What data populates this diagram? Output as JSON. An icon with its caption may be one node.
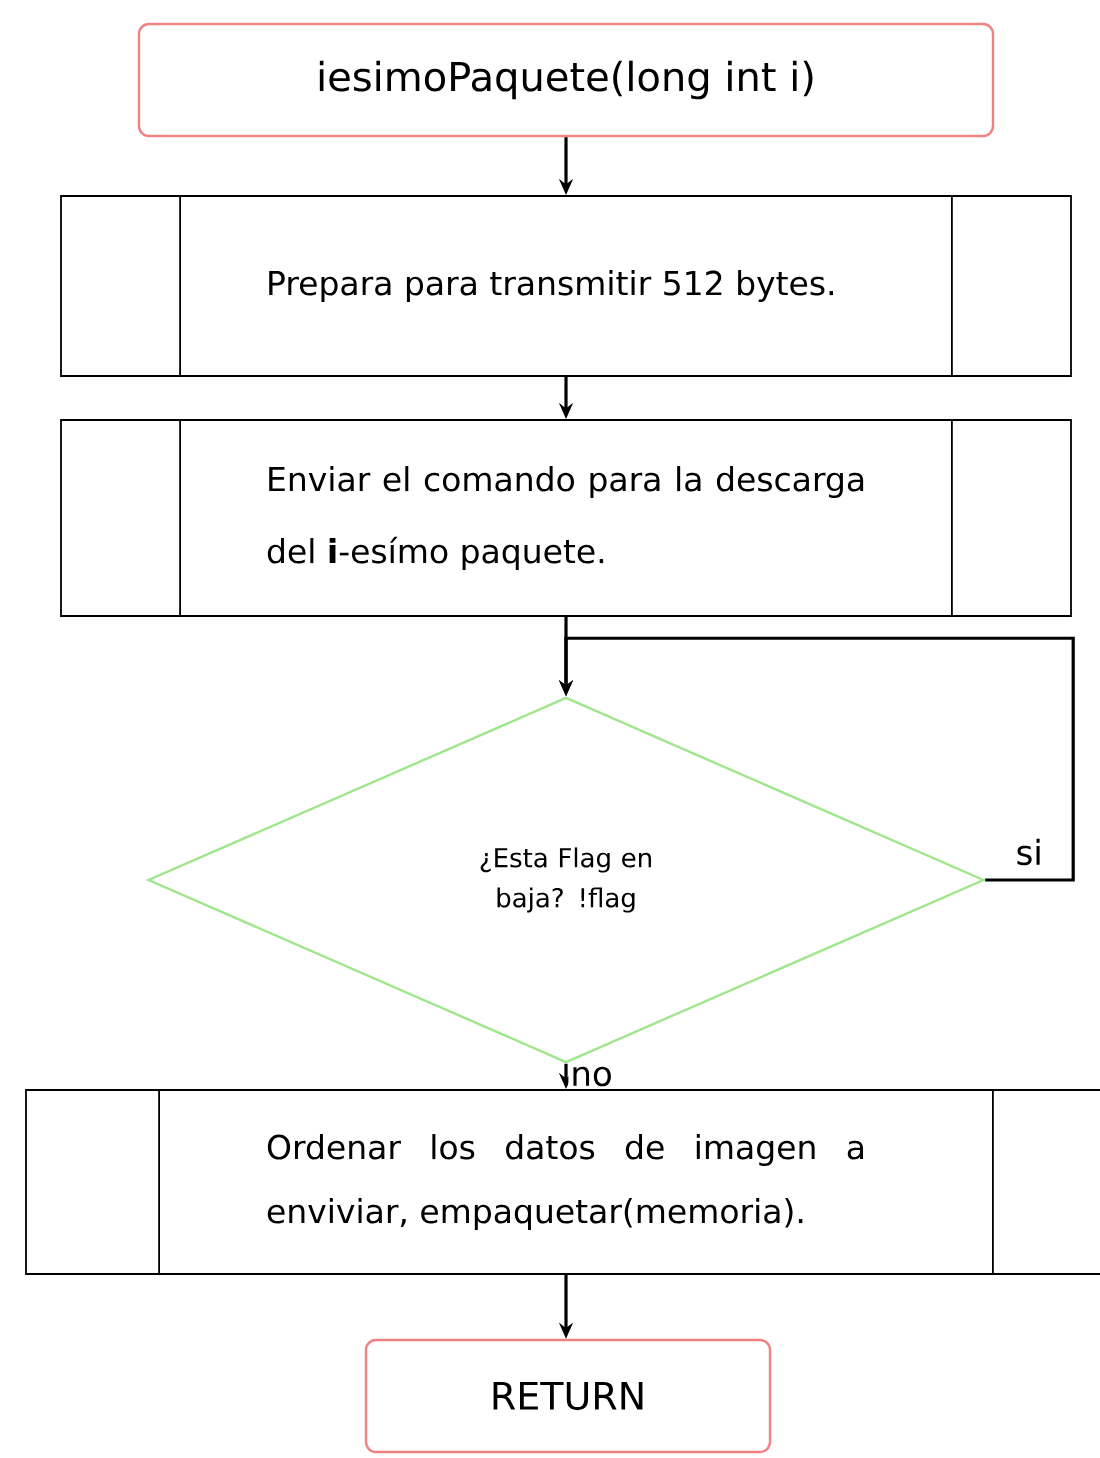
{
  "diagram": {
    "nodes": [
      {
        "text": [
          "iesimoPaquete(long int i)"
        ]
      },
      {
        "text": [
          "Prepara para transmitir 512 bytes."
        ]
      },
      {
        "text": [
          "Enviar el comando para la descarga del **i**-esímo paquete."
        ]
      },
      {
        "text": [
          "¿Esta Flag en baja? !flag"
        ]
      },
      {
        "text": [
          "Ordenar los datos de imagen a enviviar, empaquetar(memoria)."
        ]
      },
      {
        "text": [
          "RETURN"
        ]
      }
    ],
    "edges": [
      {
        "from": 0,
        "to": 1,
        "arrow": "to"
      },
      {
        "from": 1,
        "to": 2,
        "arrow": "to"
      },
      {
        "from": 2,
        "to": 3,
        "arrow": "to"
      },
      {
        "from": 3,
        "to": 3,
        "arrow": "to",
        "label": "si"
      },
      {
        "from": 3,
        "to": 4,
        "arrow": "to",
        "label": "no"
      },
      {
        "from": 4,
        "to": 5,
        "arrow": "to"
      }
    ]
  }
}
